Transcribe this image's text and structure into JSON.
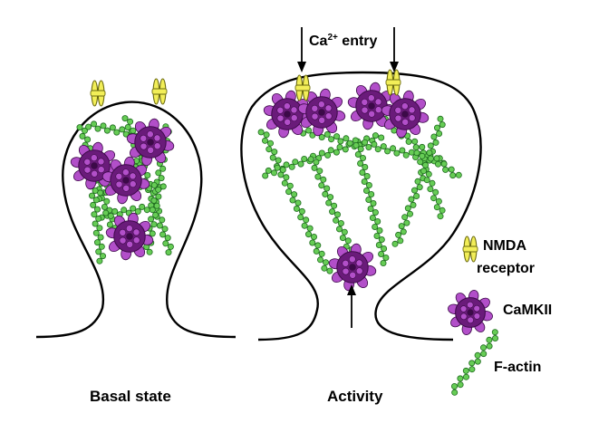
{
  "panels": {
    "basal": {
      "caption": "Basal state"
    },
    "activity": {
      "caption": "Activity",
      "calcium": {
        "base": "Ca",
        "superscript": "2+",
        "suffix": " entry"
      }
    }
  },
  "legend": {
    "nmda_line1": "NMDA",
    "nmda_line2": "receptor",
    "camkii": "CaMKII",
    "factin": "F-actin"
  },
  "colors": {
    "outline": "#000000",
    "actin_fill": "#66cc55",
    "actin_stroke": "#1e6b1e",
    "camkii_body": "#6a1b7a",
    "camkii_knob": "#b24fc9",
    "camkii_dark": "#3c0a48",
    "nmda_fill": "#f2ee58",
    "nmda_stroke": "#6b6a10"
  }
}
